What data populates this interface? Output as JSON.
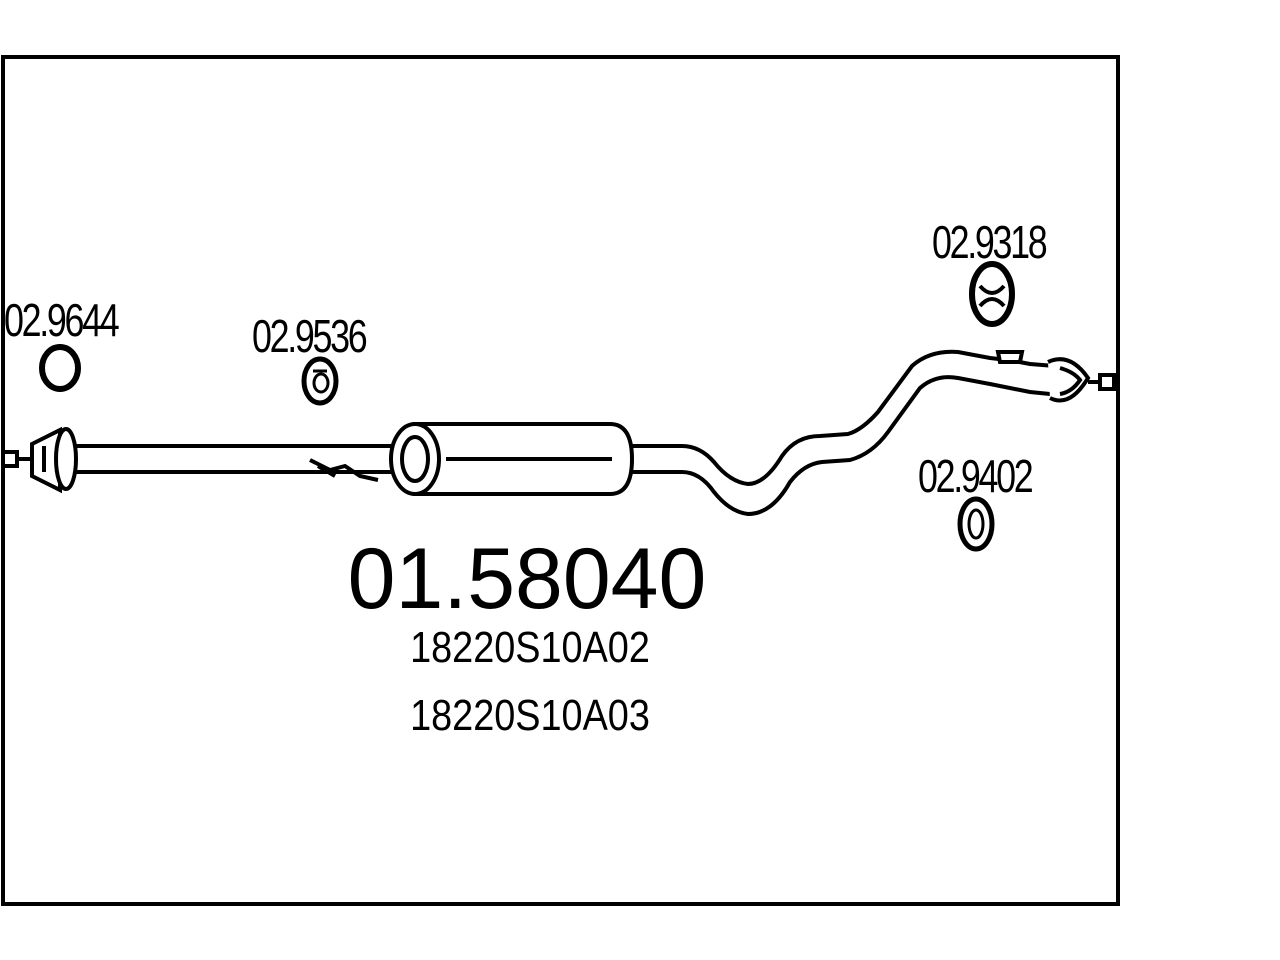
{
  "diagram": {
    "main_part_number": "01.58040",
    "oem_numbers": [
      "18220S10A02",
      "18220S10A03"
    ],
    "parts": [
      {
        "number": "02.9644",
        "kind": "ring-gasket-icon"
      },
      {
        "number": "02.9536",
        "kind": "rubber-mount-icon"
      },
      {
        "number": "02.9318",
        "kind": "hanger-icon"
      },
      {
        "number": "02.9402",
        "kind": "rubber-ring-icon"
      }
    ]
  }
}
